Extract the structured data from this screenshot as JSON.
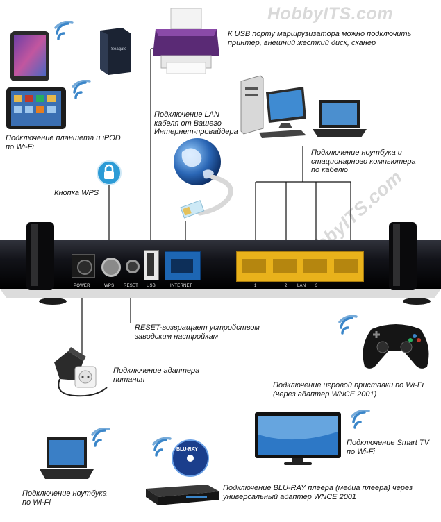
{
  "watermark": {
    "top": "HobbyITS.com",
    "side": "HobbyITS.com"
  },
  "captions": {
    "usb_port": "К USB порту маршрузизатора можно подключить\nпринтер, внешний жесткий диск, сканер",
    "tablet_ipod": "Подключение планшета и iPOD\nпо Wi-Fi",
    "lan_cable": "Подключение LAN\nкабеля от Вашего\nИнтернет-провайдера",
    "laptop_desktop": "Подключение ноутбука и\nстационарного компьютера\nпо кабелю",
    "wps_button": "Кнопка WPS",
    "reset": "RESET-возвращает устройством\nзаводским настройкам",
    "power_adapter": "Подключение адаптера\nпитания",
    "game_console": "Подключение игровой приставки по Wi-Fi\n(через адаптер WNCE 2001)",
    "smart_tv": "Подключение Smart TV\nпо Wi-Fi",
    "laptop_wifi": "Подключение ноутбука\nпо Wi-Fi",
    "bluray": "Подключение BLU-RAY плеера (медиа плеера) через\nуниверсальный адаптер WNCE 2001"
  },
  "router_ports": {
    "power": "POWER",
    "wps": "WPS",
    "reset": "RESET",
    "usb": "USB",
    "internet": "INTERNET",
    "lan": "LAN",
    "lan_numbers": [
      "1",
      "2",
      "3"
    ]
  },
  "device_text": {
    "hdd_brand": "Seagate",
    "bluray_disc": "BLU-RAY"
  },
  "colors": {
    "router_body": "#121319",
    "internet_port": "#1d66b3",
    "lan_ports": "#e9b21b",
    "wifi": "#3b86c9",
    "line": "#111111"
  },
  "icons": [
    "wifi-icon",
    "tablet-icon",
    "printer-icon",
    "hard-drive-icon",
    "desktop-pc-icon",
    "laptop-icon",
    "globe-icon",
    "ethernet-plug-icon",
    "lock-icon",
    "gamepad-icon",
    "tv-icon",
    "bluray-player-icon",
    "power-adapter-icon",
    "wall-socket-icon"
  ]
}
